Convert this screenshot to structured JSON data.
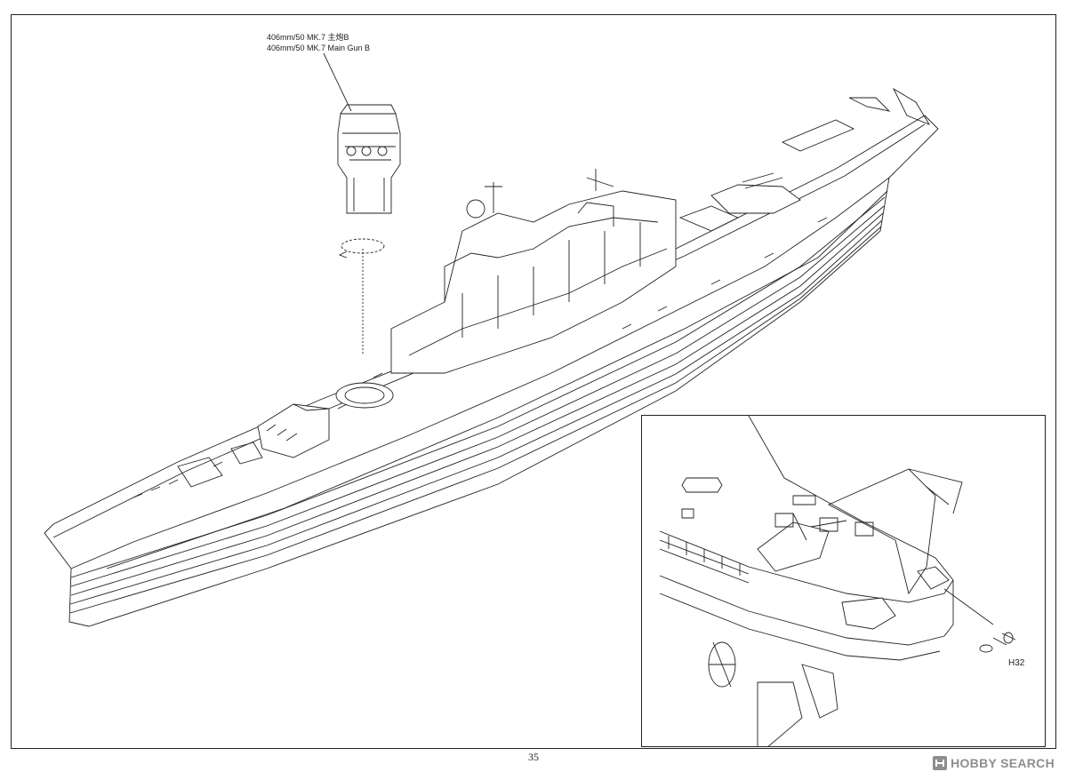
{
  "callout": {
    "line1": "406mm/50 MK.7 主炮B",
    "line2": "406mm/50 MK.7 Main Gun B"
  },
  "inset": {
    "part_label": "H32"
  },
  "page": {
    "number": "35"
  },
  "watermark": {
    "text": "HOBBY SEARCH",
    "logo_icon": "hobby-search-logo-icon"
  }
}
